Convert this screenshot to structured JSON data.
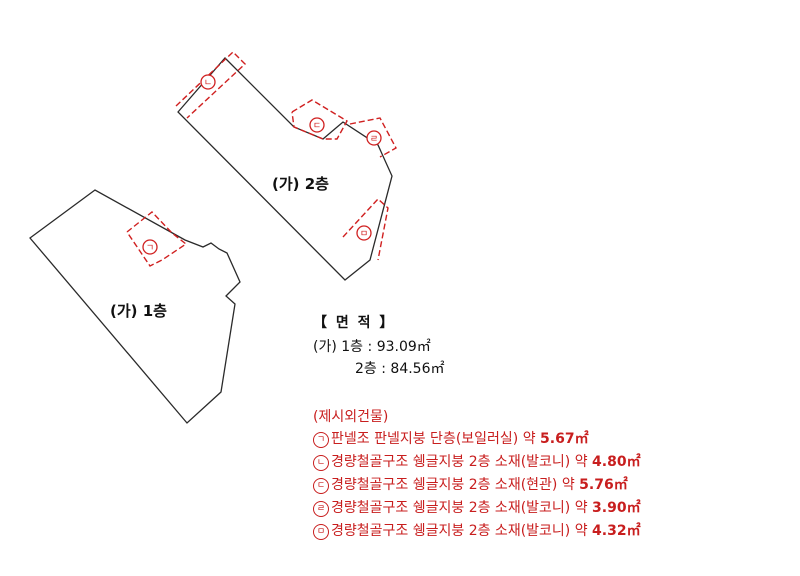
{
  "floors": {
    "floor1_label": "(가) 1층",
    "floor2_label": "(가) 2층"
  },
  "area": {
    "title": "【 면 적 】",
    "rows": [
      {
        "building": "(가)",
        "floor": "1층",
        "value": "93.09㎡"
      },
      {
        "building": "",
        "floor": "2층",
        "value": "84.56㎡"
      }
    ]
  },
  "annexes": {
    "heading": "(제시외건물)",
    "items": [
      {
        "marker": "ㄱ",
        "description": "판넬조 판넬지붕 단층(보일러실) 약",
        "area": "5.67㎡"
      },
      {
        "marker": "ㄴ",
        "description": "경량철골구조 쉥글지붕 2층 소재(발코니) 약",
        "area": "4.80㎡"
      },
      {
        "marker": "ㄷ",
        "description": "경량철골구조 쉥글지붕 2층 소재(현관) 약",
        "area": "5.76㎡"
      },
      {
        "marker": "ㄹ",
        "description": "경량철골구조 쉥글지붕 2층 소재(발코니) 약",
        "area": "3.90㎡"
      },
      {
        "marker": "ㅁ",
        "description": "경량철골구조 쉥글지붕 2층 소재(발코니) 약",
        "area": "4.32㎡"
      }
    ]
  },
  "colors": {
    "annex": "#d02020",
    "outline": "#2a2a2a"
  }
}
